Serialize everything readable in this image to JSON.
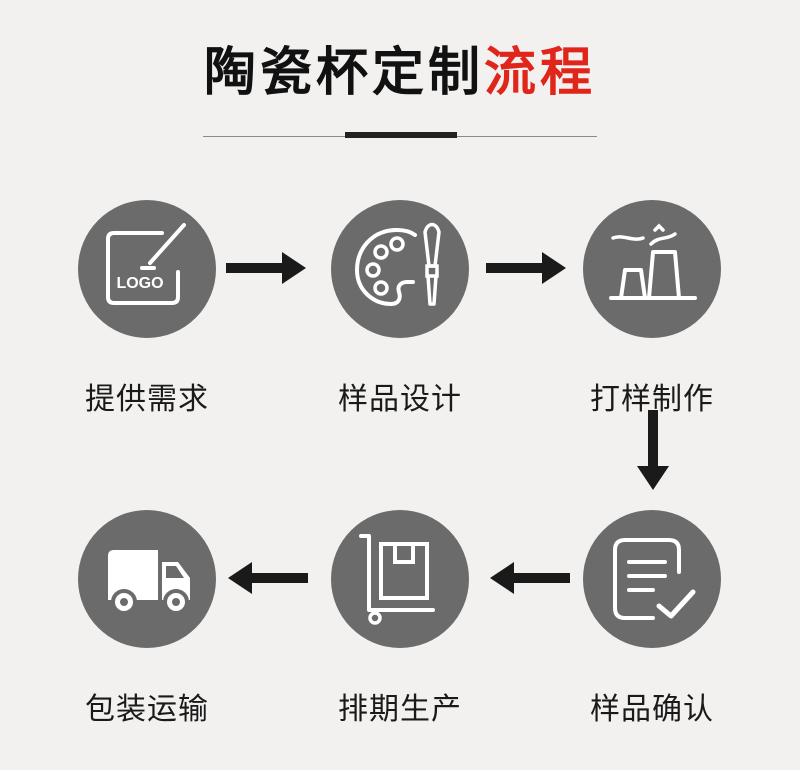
{
  "header": {
    "title_main": "陶瓷杯定制",
    "title_accent": "流程"
  },
  "steps": [
    {
      "label": "提供需求",
      "icon": "logo-sketch-icon"
    },
    {
      "label": "样品设计",
      "icon": "palette-brush-icon"
    },
    {
      "label": "打样制作",
      "icon": "factory-icon"
    },
    {
      "label": "样品确认",
      "icon": "document-check-icon"
    },
    {
      "label": "排期生产",
      "icon": "hand-truck-box-icon"
    },
    {
      "label": "包装运输",
      "icon": "delivery-truck-icon"
    }
  ],
  "icon_text": {
    "logo": "LOGO"
  },
  "colors": {
    "background": "#f2f1ef",
    "circle": "#6b6b6b",
    "title": "#111111",
    "accent": "#e0251b",
    "arrow": "#1a1a1a"
  }
}
